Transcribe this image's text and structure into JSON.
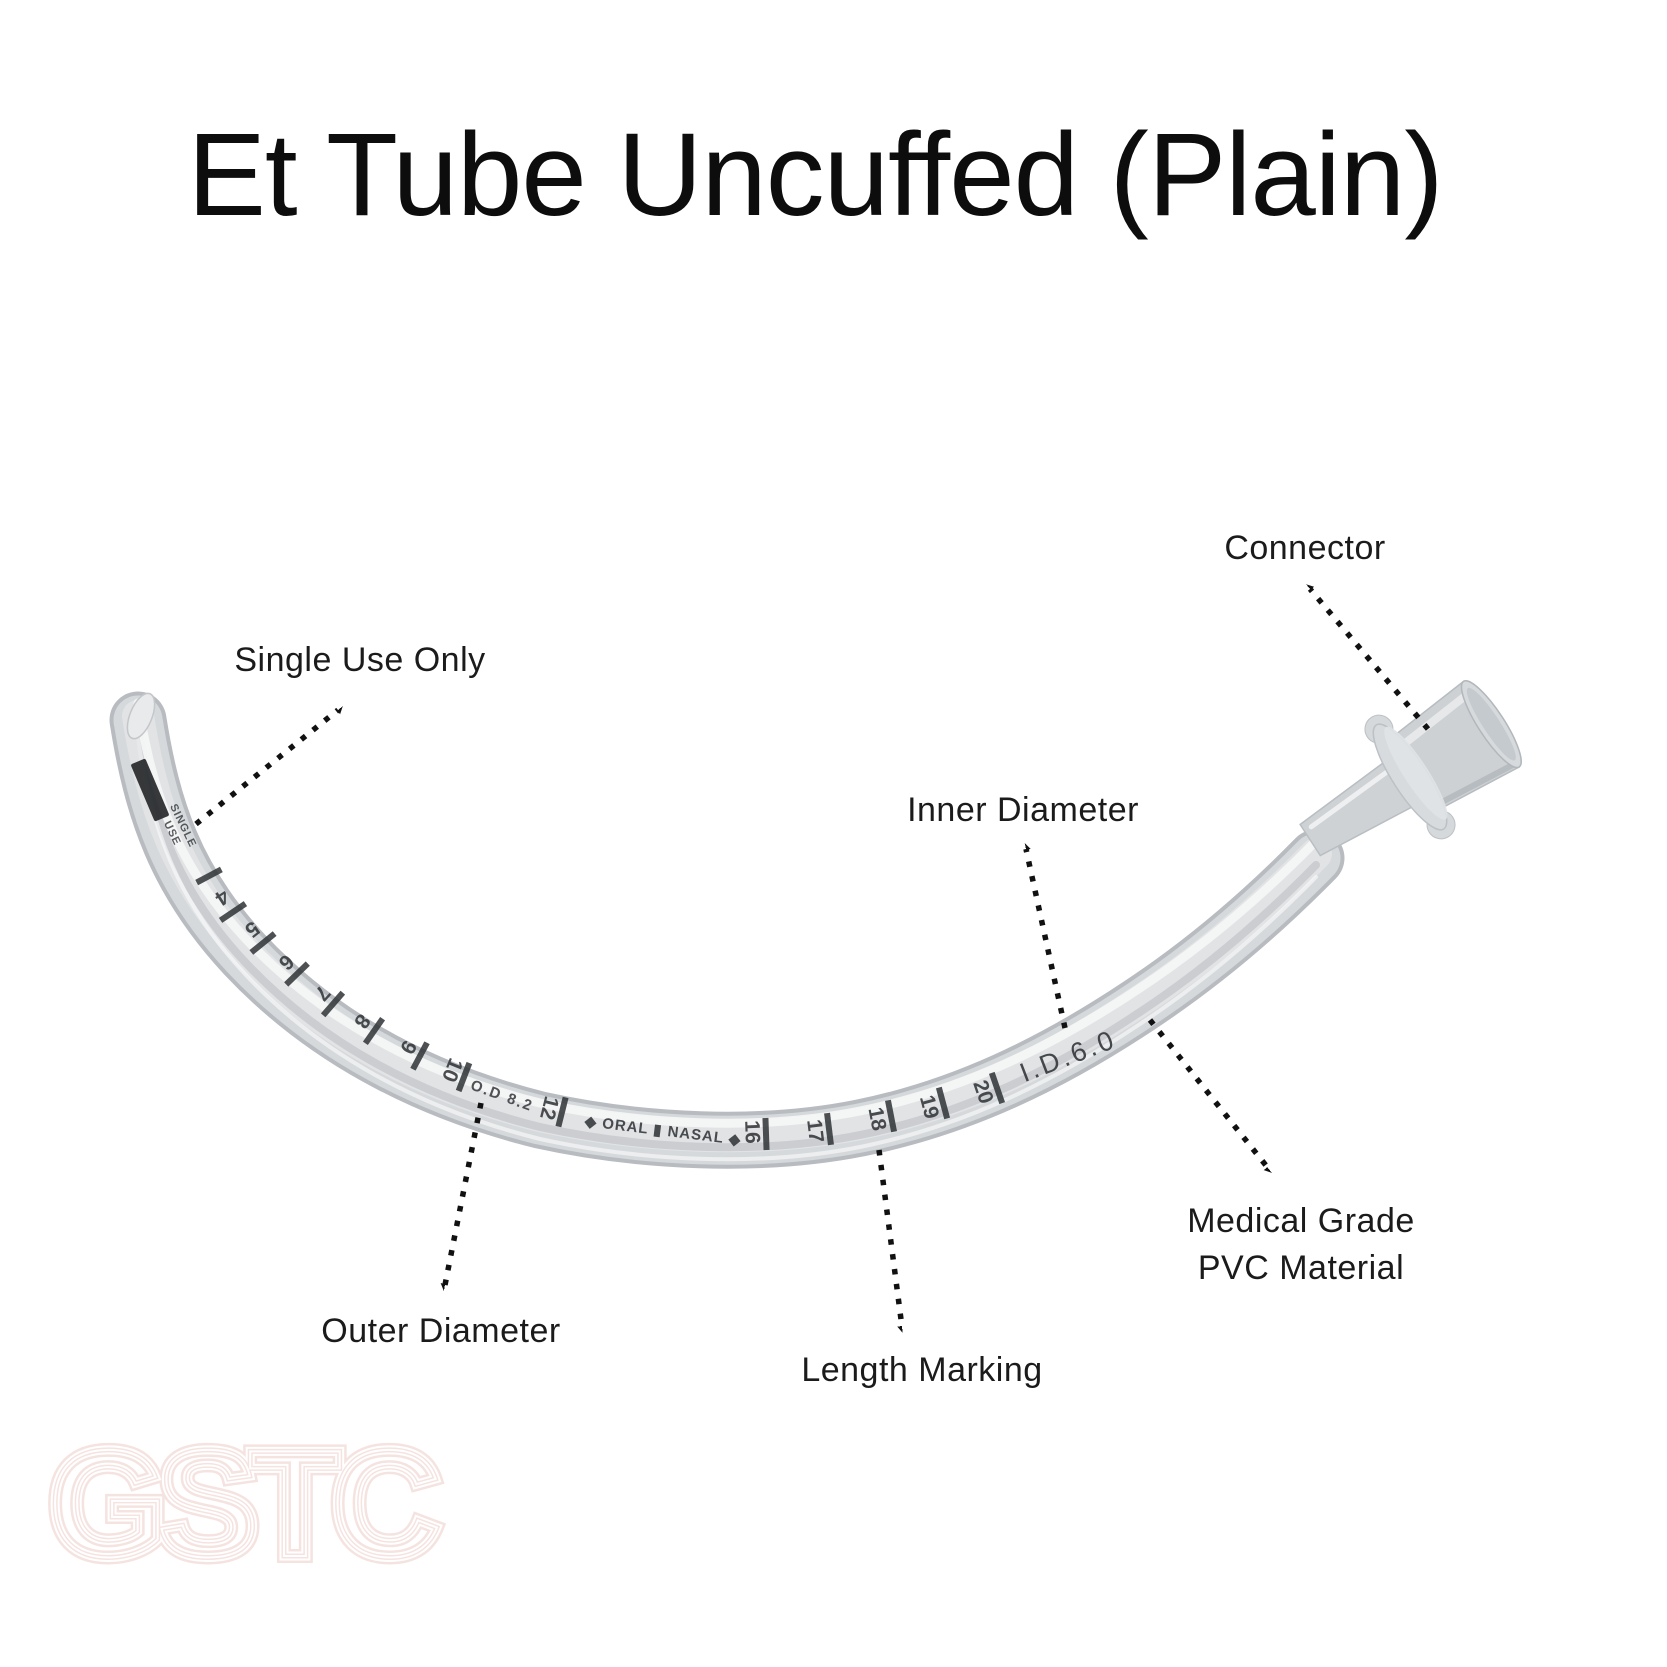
{
  "title": "Et Tube Uncuffed  (Plain)",
  "labels": {
    "single_use": "Single Use Only",
    "connector": "Connector",
    "inner_diameter": "Inner Diameter",
    "outer_diameter": "Outer Diameter",
    "length_marking": "Length Marking",
    "medical_grade_line1": "Medical Grade",
    "medical_grade_line2": "PVC  Material"
  },
  "tube_markings": {
    "single_use_print_line1": "SINGLE",
    "single_use_print_line2": "USE",
    "depth_numbers": [
      "4",
      "5",
      "6",
      "7",
      "8",
      "9",
      "10",
      "12",
      "16",
      "17",
      "18",
      "19",
      "20"
    ],
    "outer_diameter_print": "O.D 8.2",
    "oral_nasal_print": "◆ ORAL ▮ NASAL ◆",
    "inner_diameter_print": "I.D.6.0"
  },
  "watermark": "GSTC",
  "colors": {
    "background": "#ffffff",
    "text": "#1b1b1b",
    "tube_body": "#d6d9db",
    "tube_edge": "#b8bcc0",
    "marking_ink": "#33363a",
    "watermark_pink": "#f5e3e0"
  }
}
